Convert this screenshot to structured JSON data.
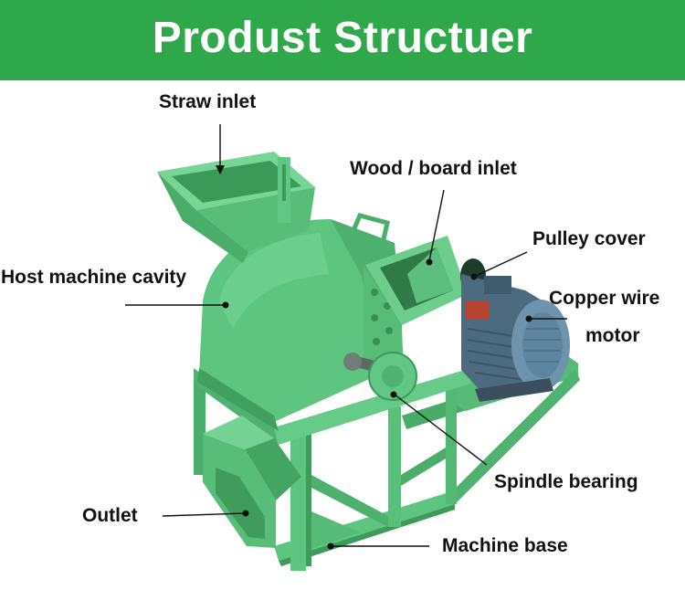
{
  "header": {
    "title": "Produst Structuer"
  },
  "labels": {
    "straw_inlet": "Straw inlet",
    "wood_board_inlet": "Wood / board inlet",
    "pulley_cover": "Pulley cover",
    "host_machine_cavity": "Host machine cavity",
    "copper_wire_motor_line1": "Copper wire",
    "copper_wire_motor_line2": "motor",
    "spindle_bearing": "Spindle bearing",
    "outlet": "Outlet",
    "machine_base": "Machine base"
  },
  "colors": {
    "header_bg": "#2ea84a",
    "title_text": "#ffffff",
    "machine_green": "#5ec580",
    "motor_blue": "#4c6b80",
    "label_text": "#111111"
  }
}
